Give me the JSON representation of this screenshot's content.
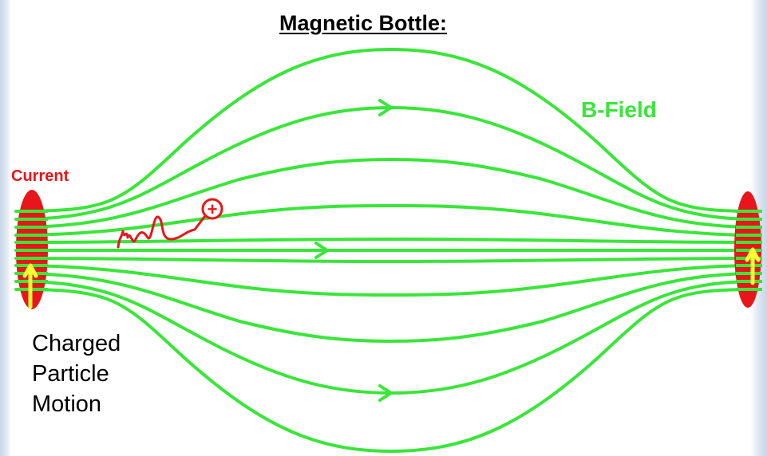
{
  "title": "Magnetic Bottle:",
  "field_label": "B-Field",
  "coil_label": "Current",
  "motion_label": [
    "Charged",
    "Particle",
    "Motion"
  ],
  "particle_symbol": "+",
  "colors": {
    "field_lines": "#39e639",
    "coil": "#e8161a",
    "current_arrow": "#ffff33",
    "text": "#000000"
  }
}
